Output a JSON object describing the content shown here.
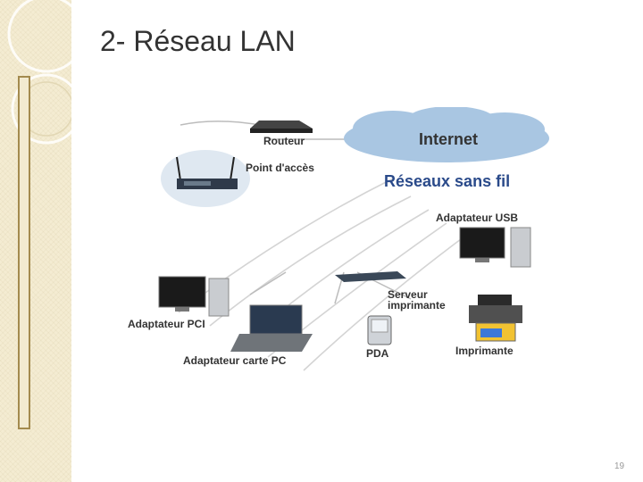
{
  "slide": {
    "title": "2- Réseau LAN",
    "page_number": "19"
  },
  "diagram": {
    "cloud_label": "Internet",
    "wireless_label": "Réseaux sans fil",
    "router_label": "Routeur",
    "access_point_label": "Point d'accès",
    "usb_adapter_label": "Adaptateur USB",
    "pci_adapter_label": "Adaptateur PCI",
    "pc_card_adapter_label": "Adaptateur carte PC",
    "print_server_label_line1": "Serveur",
    "print_server_label_line2": "imprimante",
    "pda_label": "PDA",
    "printer_label": "Imprimante"
  },
  "colors": {
    "cloud": "#a9c6e2",
    "wireless_text": "#2a4a8a",
    "sidebar": "#f4ecd2",
    "bar_border": "#a38a4e"
  }
}
